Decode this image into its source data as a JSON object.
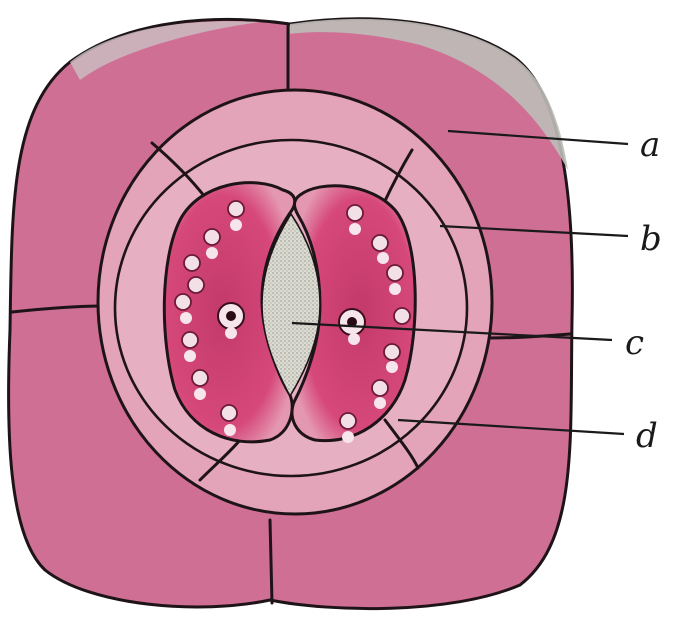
{
  "labels": [
    {
      "id": "a",
      "text": "a"
    },
    {
      "id": "b",
      "text": "b"
    },
    {
      "id": "c",
      "text": "c"
    },
    {
      "id": "d",
      "text": "d"
    }
  ],
  "colors": {
    "epidermal": "#cf6f94",
    "subsidiary": "#e6a9bd",
    "guard_cell": "#d23f72",
    "pore": "#d9d9cf",
    "outline": "#1e1418",
    "cuticle_edge": "#b9b9b4"
  }
}
